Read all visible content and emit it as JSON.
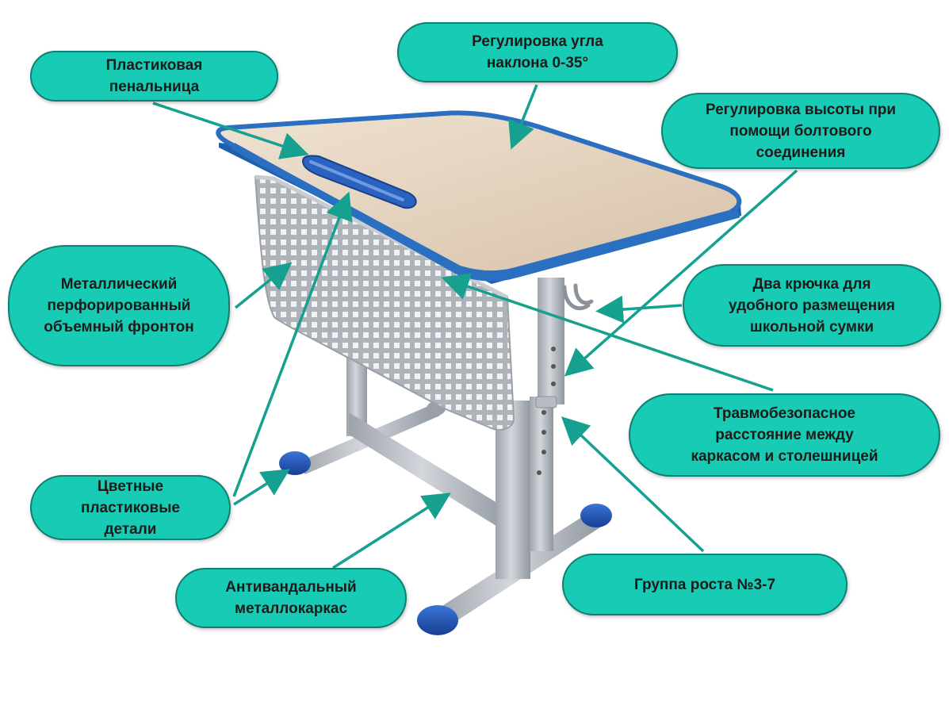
{
  "colors": {
    "callout_fill": "#17cbb4",
    "callout_border": "#0f7f72",
    "arrow": "#16a08f",
    "desktop_wood": "#e3d2bd",
    "edge_blue": "#2a6fc0",
    "frame_grey": "#b4b8bf",
    "plastic_blue": "#2456b8"
  },
  "callouts": {
    "tilt": "Регулировка угла\nнаклона 0-35°",
    "pencil_box": "Пластиковая\nпенальница",
    "height": "Регулировка высоты при\nпомощи болтового\nсоединения",
    "front_panel": "Металлический\nперфорированный\nобъемный фронтон",
    "hooks": "Два крючка для\nудобного размещения\nшкольной сумки",
    "safe_gap": "Травмобезопасное\nрасстояние между\nкаркасом и столешницей",
    "plastic_parts": "Цветные\nпластиковые\nдетали",
    "growth_group": "Группа роста №3-7",
    "frame": "Антивандальный\nметаллокаркас"
  }
}
